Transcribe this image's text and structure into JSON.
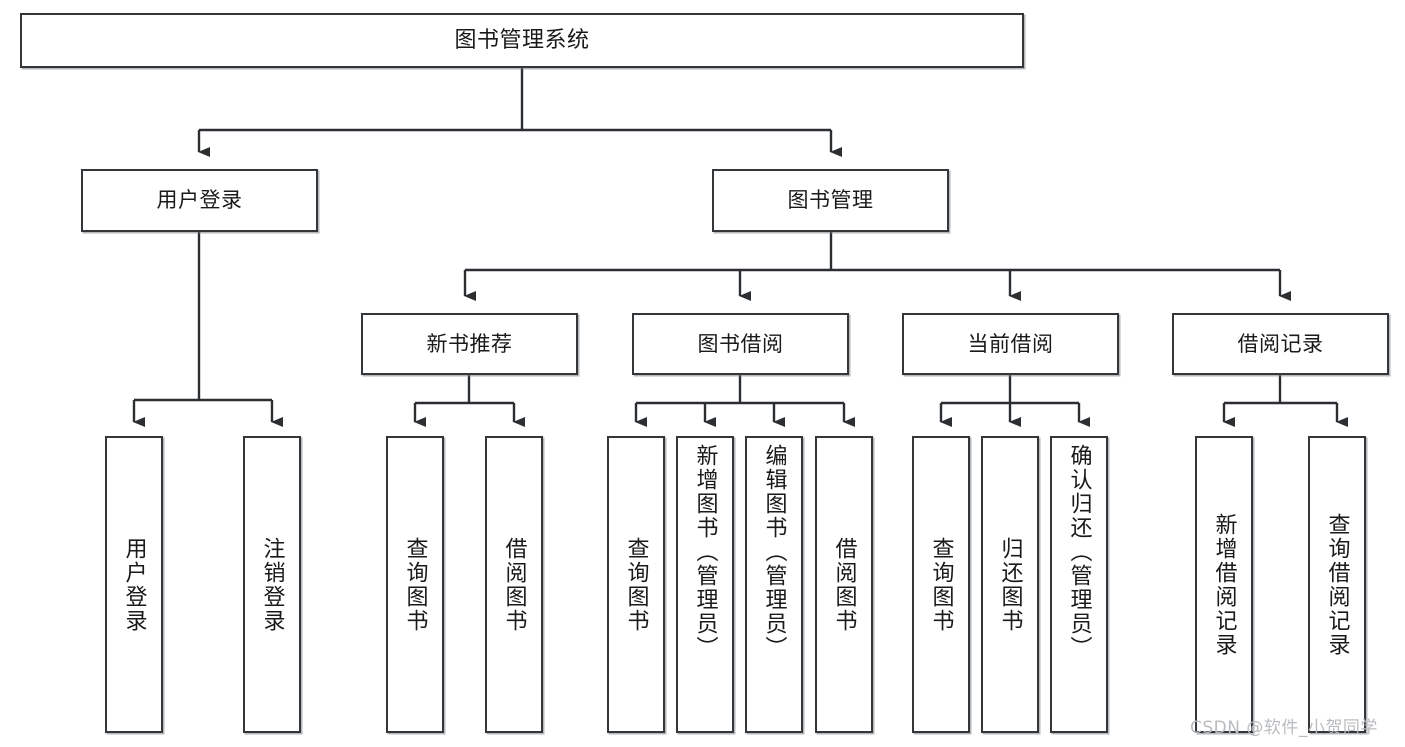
{
  "diagram": {
    "type": "tree",
    "title": "图书管理系统",
    "colors": {
      "box_border": "#33373a",
      "box_fill": "#ffffff",
      "connector": "#2b2f32",
      "text": "#1a1a1a",
      "watermark": "#b9bcbf"
    },
    "root": {
      "label": "图书管理系统"
    },
    "level2": [
      {
        "label": "用户登录"
      },
      {
        "label": "图书管理"
      }
    ],
    "level3": [
      {
        "label": "新书推荐"
      },
      {
        "label": "图书借阅"
      },
      {
        "label": "当前借阅"
      },
      {
        "label": "借阅记录"
      }
    ],
    "leaves": {
      "user_login": [
        {
          "label": "用户登录"
        },
        {
          "label": "注销登录"
        }
      ],
      "new_book_recommend": [
        {
          "label": "查询图书"
        },
        {
          "label": "借阅图书"
        }
      ],
      "book_borrow": [
        {
          "label": "查询图书"
        },
        {
          "label": "新增图书（管理员）"
        },
        {
          "label": "编辑图书（管理员）"
        },
        {
          "label": "借阅图书"
        }
      ],
      "current_borrow": [
        {
          "label": "查询图书"
        },
        {
          "label": "归还图书"
        },
        {
          "label": "确认归还（管理员）"
        }
      ],
      "borrow_record": [
        {
          "label": "新增借阅记录"
        },
        {
          "label": "查询借阅记录"
        }
      ]
    }
  },
  "watermark": {
    "text": "CSDN @软件_小贺同学"
  }
}
